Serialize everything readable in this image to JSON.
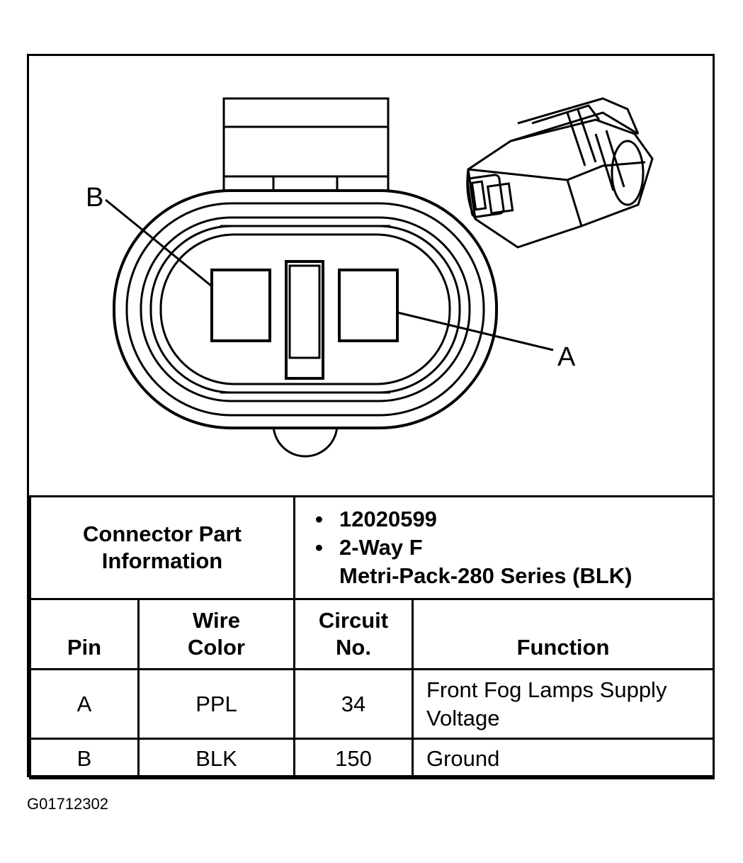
{
  "diagram": {
    "pin_labels": [
      "B",
      "A"
    ]
  },
  "connector_info": {
    "label_line1": "Connector Part",
    "label_line2": "Information",
    "items": [
      "12020599",
      "2-Way F"
    ],
    "item2_line2": "Metri-Pack-280 Series (BLK)"
  },
  "pin_table": {
    "headers": {
      "pin": "Pin",
      "wire_color_line1": "Wire",
      "wire_color_line2": "Color",
      "circuit_line1": "Circuit",
      "circuit_line2": "No.",
      "function": "Function"
    },
    "rows": [
      {
        "pin": "A",
        "wire_color": "PPL",
        "circuit": "34",
        "function_line1": "Front Fog Lamps Supply",
        "function_line2": "Voltage"
      },
      {
        "pin": "B",
        "wire_color": "BLK",
        "circuit": "150",
        "function_line1": "Ground",
        "function_line2": ""
      }
    ]
  },
  "figure_id": "G01712302"
}
